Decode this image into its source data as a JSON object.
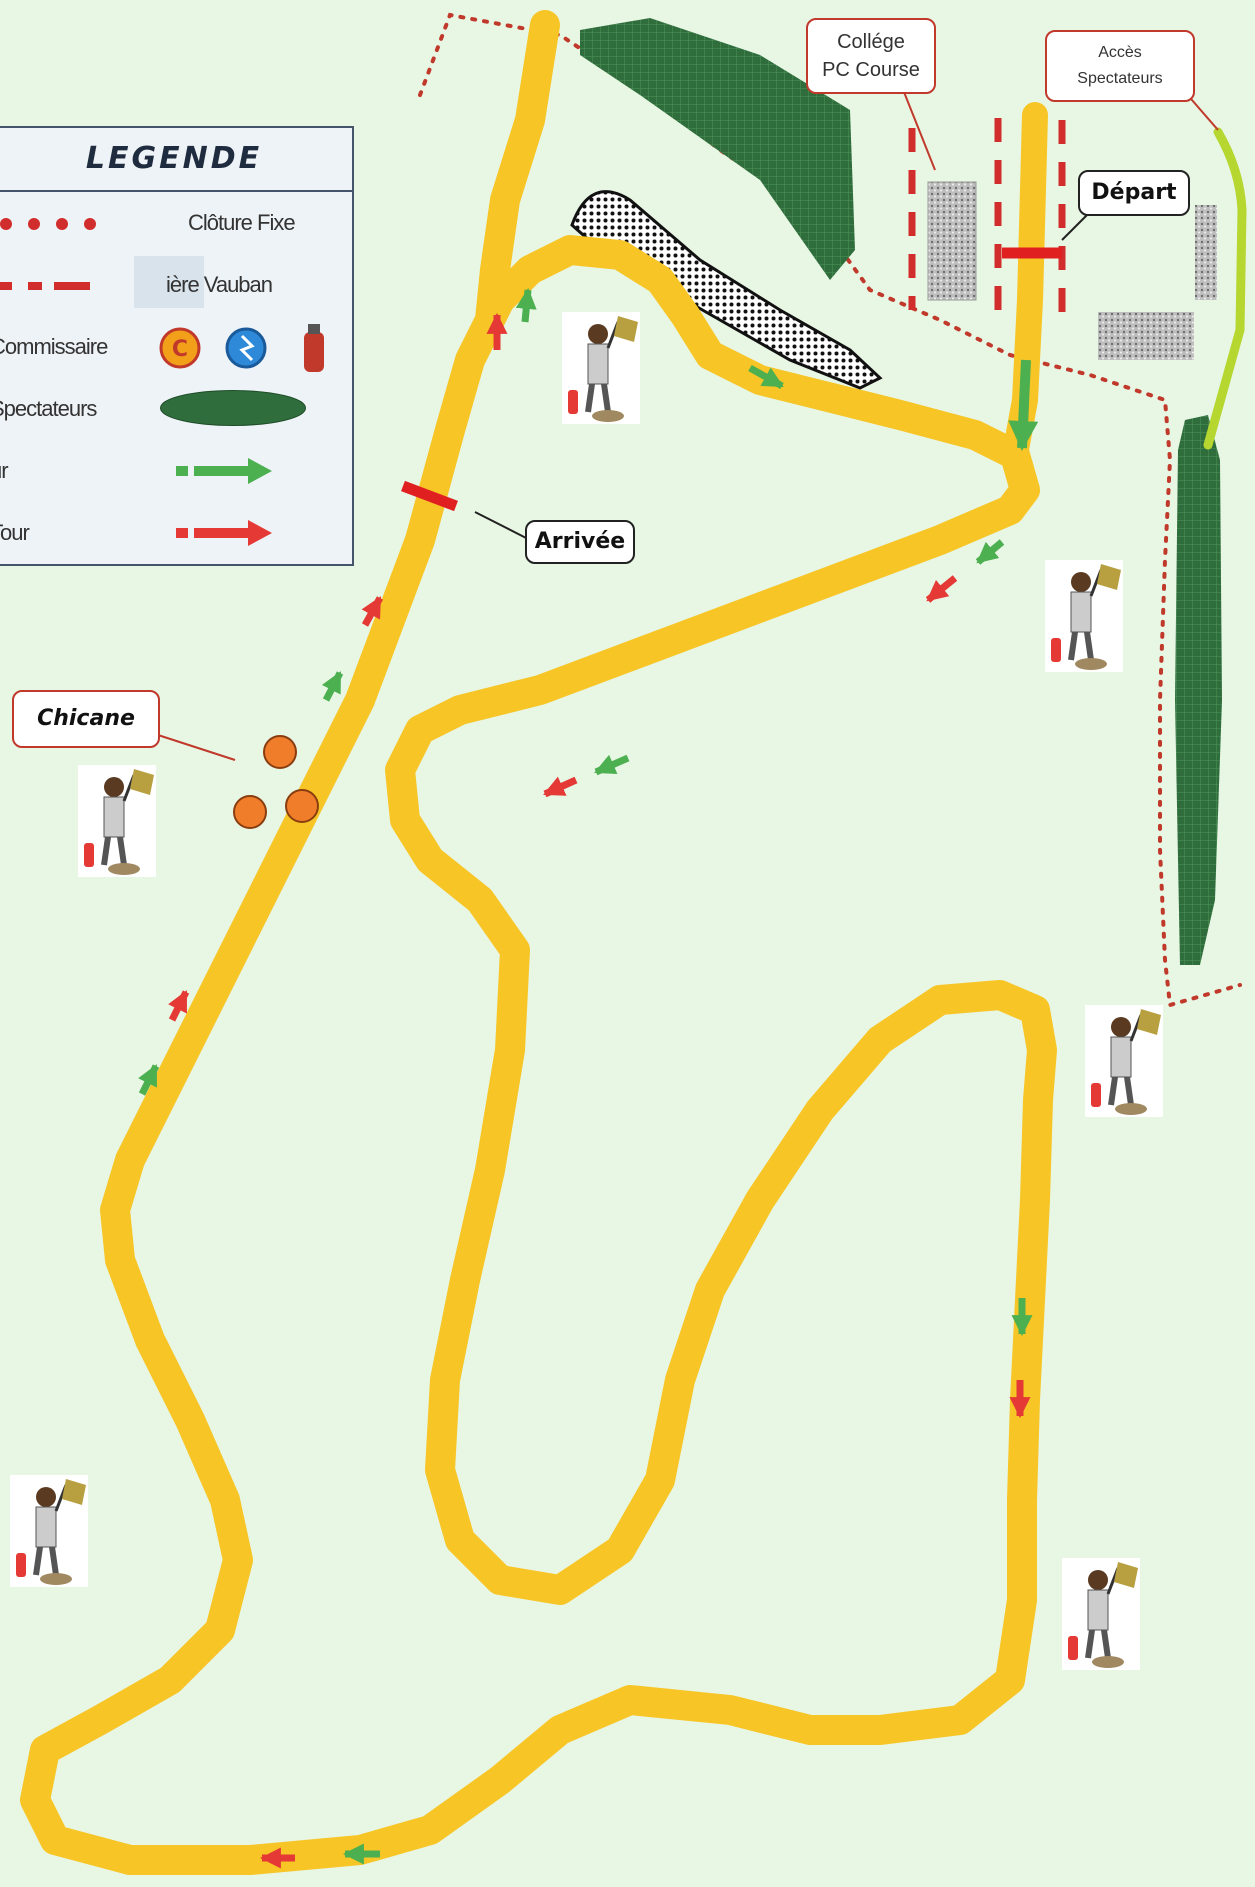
{
  "legend": {
    "title": "LEGENDE",
    "items": [
      {
        "label": "Clôture Fixe",
        "symbol": "dotted-fence"
      },
      {
        "label": "ière Vauban",
        "symbol": "dashed-barrier"
      },
      {
        "label": "Commissaire",
        "symbol": "marshal-icons"
      },
      {
        "label": "Spectateurs",
        "symbol": "spectator-area"
      },
      {
        "label": "ur",
        "symbol": "green-arrow"
      },
      {
        "label": "Tour",
        "symbol": "red-arrow"
      }
    ]
  },
  "labels": {
    "college": "Collége\nPC Course",
    "acces": "Accès\nSpectateurs",
    "depart": "Départ",
    "arrivee": "Arrivée",
    "chicane": "Chicane"
  },
  "colors": {
    "track": "#f7c526",
    "background": "#e8f6e4",
    "spectators": "#2f6e3c",
    "fence": "#c0392b",
    "green_arrow": "#4caf50",
    "red_arrow": "#e53935",
    "cone": "#f07d2a"
  }
}
